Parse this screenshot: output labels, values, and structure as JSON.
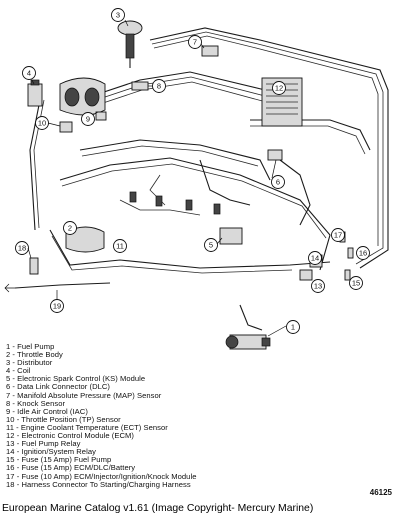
{
  "diagram": {
    "callouts": [
      "1",
      "2",
      "3",
      "4",
      "5",
      "6",
      "7",
      "8",
      "9",
      "10",
      "11",
      "12",
      "13",
      "14",
      "15",
      "16",
      "17",
      "18",
      "19"
    ],
    "figure_number": "46125"
  },
  "legend": [
    "1  - Fuel Pump",
    "2  - Throttle Body",
    "3  - Distributor",
    "4  - Coil",
    "5  - Electronic Spark Control (KS) Module",
    "6  - Data Link Connector (DLC)",
    "7  - Manifold Absolute Pressure (MAP) Sensor",
    "8  - Knock Sensor",
    "9  - Idle Air Control (IAC)",
    "10 - Throttle Position (TP) Sensor",
    "11 - Engine Coolant Temperature (ECT) Sensor",
    "12 - Electronic Control Module (ECM)",
    "13 - Fuel Pump Relay",
    "14 - Ignition/System  Relay",
    "15 - Fuse (15 Amp) Fuel Pump",
    "16 - Fuse (15 Amp) ECM/DLC/Battery",
    "17 - Fuse (10 Amp) ECM/Injector/Ignition/Knock  Module",
    "18 - Harness Connector To Starting/Charging Harness"
  ],
  "caption": "European Marine Catalog v1.61 (Image Copyright- Mercury Marine)"
}
